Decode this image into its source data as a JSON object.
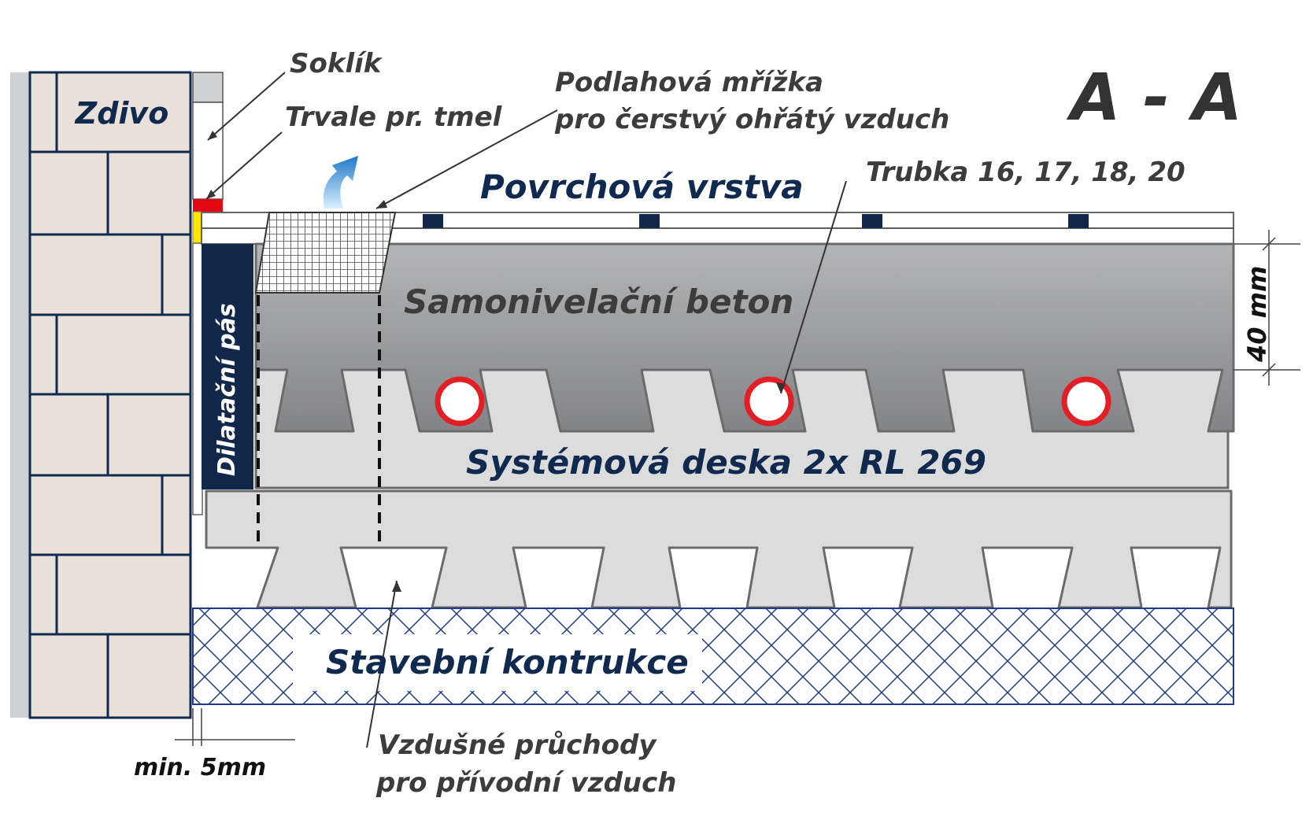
{
  "section_title": "A - A",
  "labels": {
    "wall": "Zdivo",
    "skirting": "Soklík",
    "sealant": "Trvale pr. tmel",
    "grille_line1": "Podlahová mřížka",
    "grille_line2": "pro čerstvý ohřátý vzduch",
    "surface_layer": "Povrchová vrstva",
    "pipe": "Trubka 16, 17, 18, 20",
    "concrete": "Samonivelační beton",
    "dilatation_strip": "Dilatační pás",
    "dimension": "40 mm",
    "system_board": "Systémová deska 2x RL 269",
    "construction": "Stavební kontrukce",
    "gap": "min. 5mm",
    "air_line1": "Vzdušné průchody",
    "air_line2": "pro přívodní vzduch"
  },
  "colors": {
    "navy": "#0f2a4e",
    "label_gray": "#3c3c3c",
    "brick": "#eae0da",
    "concrete_top": "#b4b5b7",
    "concrete_bottom": "#838487",
    "board": "#dcdcdc",
    "pipe_red": "#e31e24",
    "sealant_red": "#e30613",
    "dilatation_yellow": "#ffe500",
    "arrow_blue": "#2a8fd8"
  }
}
